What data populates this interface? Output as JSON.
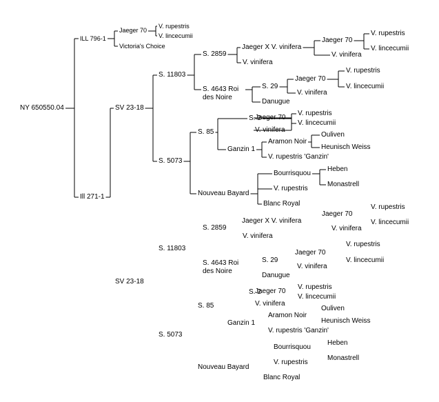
{
  "colors": {
    "line": "#000000",
    "text": "#000000",
    "background": "#ffffff"
  },
  "pedigree": {
    "name": "NY 650550.04",
    "parents": [
      {
        "name": "ILL 796-1",
        "parents": [
          {
            "name": "Jaeger 70",
            "parents": [
              {
                "name": "V. rupestris"
              },
              {
                "name": "V. lincecumii"
              }
            ]
          },
          {
            "name": "Victoria's Choice"
          }
        ]
      },
      {
        "name": "Ill 271-1",
        "parents": [
          {
            "name": "SV 23-18",
            "parents": [
              {
                "name": "S. 11803",
                "parents": [
                  {
                    "name": "S. 2859",
                    "parents": [
                      {
                        "name": "Jaeger X V. vinifera",
                        "parents": [
                          {
                            "name": "Jaeger 70",
                            "parents": [
                              {
                                "name": "V. rupestris"
                              },
                              {
                                "name": "V. lincecumii"
                              }
                            ]
                          },
                          {
                            "name": "V. vinifera"
                          }
                        ]
                      },
                      {
                        "name": "V. vinifera"
                      }
                    ]
                  },
                  {
                    "name": "S. 4643 Roi des Noire",
                    "parents": [
                      {
                        "name": "S. 29",
                        "parents": [
                          {
                            "name": "Jaeger 70",
                            "parents": [
                              {
                                "name": "V. rupestris"
                              },
                              {
                                "name": "V. lincecumii"
                              }
                            ]
                          },
                          {
                            "name": "V. vinifera"
                          }
                        ]
                      },
                      {
                        "name": "Danugue"
                      }
                    ]
                  }
                ]
              },
              {
                "name": "S. 5073",
                "parents": [
                  {
                    "name": "S. 85",
                    "parents": [
                      {
                        "name": "S. 2",
                        "parents": [
                          {
                            "name": "Jaeger 70",
                            "parents": [
                              {
                                "name": "V. rupestris"
                              },
                              {
                                "name": "V. lincecumii"
                              }
                            ]
                          },
                          {
                            "name": "V. vinifera"
                          }
                        ]
                      },
                      {
                        "name": "Ganzin 1",
                        "parents": [
                          {
                            "name": "Aramon Noir",
                            "parents": [
                              {
                                "name": "Ouliven"
                              },
                              {
                                "name": "Heunisch Weiss"
                              }
                            ]
                          },
                          {
                            "name": "V. rupestris 'Ganzin'"
                          }
                        ]
                      }
                    ]
                  },
                  {
                    "name": "Nouveau Bayard",
                    "parents": [
                      {
                        "name": "Bourrisquou",
                        "parents": [
                          {
                            "name": "Heben"
                          },
                          {
                            "name": "Monastrell"
                          }
                        ]
                      },
                      {
                        "name": "V. rupestris"
                      },
                      {
                        "name": "Blanc Royal"
                      }
                    ]
                  }
                ]
              }
            ]
          },
          {
            "name": "SV 23-18",
            "parents": [
              {
                "name": "S. 11803",
                "parents": [
                  {
                    "name": "S. 2859",
                    "parents": [
                      {
                        "name": "Jaeger X V. vinifera",
                        "parents": [
                          {
                            "name": "Jaeger 70",
                            "parents": [
                              {
                                "name": "V. rupestris"
                              },
                              {
                                "name": "V. lincecumii"
                              }
                            ]
                          },
                          {
                            "name": "V. vinifera"
                          }
                        ]
                      },
                      {
                        "name": "V. vinifera"
                      }
                    ]
                  },
                  {
                    "name": "S. 4643 Roi des Noire",
                    "parents": [
                      {
                        "name": "S. 29",
                        "parents": [
                          {
                            "name": "Jaeger 70",
                            "parents": [
                              {
                                "name": "V. rupestris"
                              },
                              {
                                "name": "V. lincecumii"
                              }
                            ]
                          },
                          {
                            "name": "V. vinifera"
                          }
                        ]
                      },
                      {
                        "name": "Danugue"
                      }
                    ]
                  }
                ]
              },
              {
                "name": "S. 5073",
                "parents": [
                  {
                    "name": "S. 85",
                    "parents": [
                      {
                        "name": "S. 2",
                        "parents": [
                          {
                            "name": "Jaeger 70",
                            "parents": [
                              {
                                "name": "V. rupestris"
                              },
                              {
                                "name": "V. lincecumii"
                              }
                            ]
                          },
                          {
                            "name": "V. vinifera"
                          }
                        ]
                      },
                      {
                        "name": "Ganzin 1",
                        "parents": [
                          {
                            "name": "Aramon Noir",
                            "parents": [
                              {
                                "name": "Ouliven"
                              },
                              {
                                "name": "Heunisch Weiss"
                              }
                            ]
                          },
                          {
                            "name": "V. rupestris 'Ganzin'"
                          }
                        ]
                      }
                    ]
                  },
                  {
                    "name": "Nouveau Bayard",
                    "parents": [
                      {
                        "name": "Bourrisquou",
                        "parents": [
                          {
                            "name": "Heben"
                          },
                          {
                            "name": "Monastrell"
                          }
                        ]
                      },
                      {
                        "name": "V. rupestris"
                      },
                      {
                        "name": "Blanc Royal"
                      }
                    ]
                  }
                ]
              }
            ]
          }
        ]
      }
    ]
  }
}
